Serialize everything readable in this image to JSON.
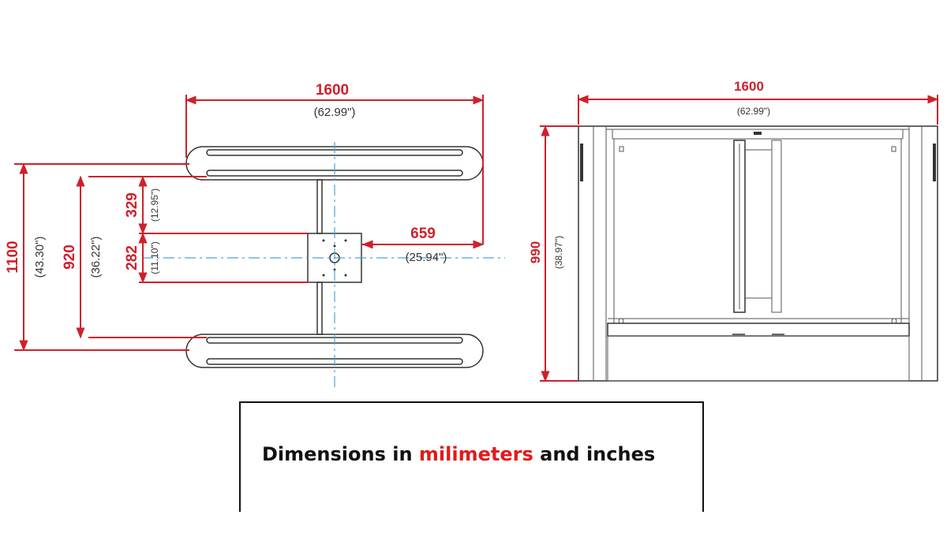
{
  "colors": {
    "dimension_red": "#d0202a",
    "centerline_blue": "#4aa3d8",
    "drawing_black": "#333333"
  },
  "top_view": {
    "width": {
      "mm": "1600",
      "in": "(62.99\")"
    },
    "total": {
      "mm": "1100",
      "in": "(43.30\")"
    },
    "inner": {
      "mm": "920",
      "in": "(36.22\")"
    },
    "upper": {
      "mm": "329",
      "in": "(12.95\")"
    },
    "plate": {
      "mm": "282",
      "in": "(11.10\")"
    },
    "offset": {
      "mm": "659",
      "in": "(25.94\")"
    }
  },
  "front_view": {
    "width": {
      "mm": "1600",
      "in": "(62.99\")"
    },
    "height": {
      "mm": "990",
      "in": "(38.97\")"
    }
  },
  "legend": {
    "prefix": "Dimensions in ",
    "highlight": "milimeters",
    "suffix": " and inches"
  }
}
